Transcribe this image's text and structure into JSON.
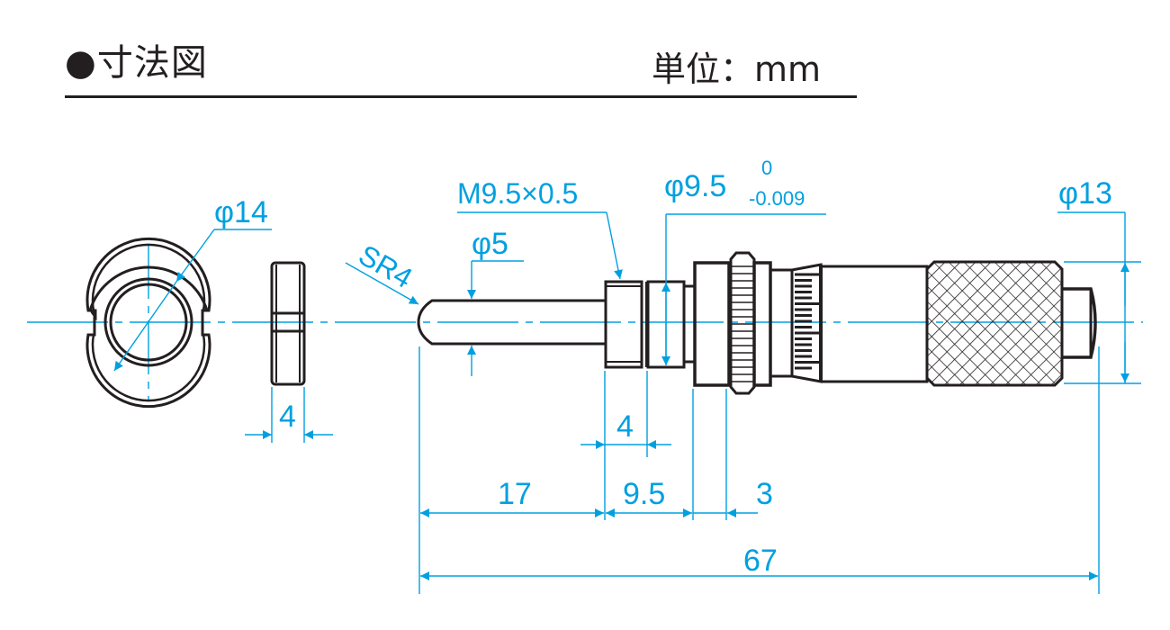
{
  "header": {
    "title": "●寸法図",
    "unit_label": "単位：mm"
  },
  "colors": {
    "dimension": "#00a0e0",
    "outline": "#231f20",
    "background": "#ffffff"
  },
  "dimensions": {
    "nut_diameter": "φ14",
    "nut_thickness": "4",
    "spindle_tip_radius": "SR4",
    "spindle_diameter": "φ5",
    "thread_spec": "M9.5×0.5",
    "stem_diameter": "φ9.5",
    "stem_tolerance_upper": "0",
    "stem_tolerance_lower": "-0.009",
    "thimble_diameter": "φ13",
    "lock_nut_width": "4",
    "spindle_length": "17",
    "stem_length": "9.5",
    "collar_width": "3",
    "overall_length": "67"
  }
}
